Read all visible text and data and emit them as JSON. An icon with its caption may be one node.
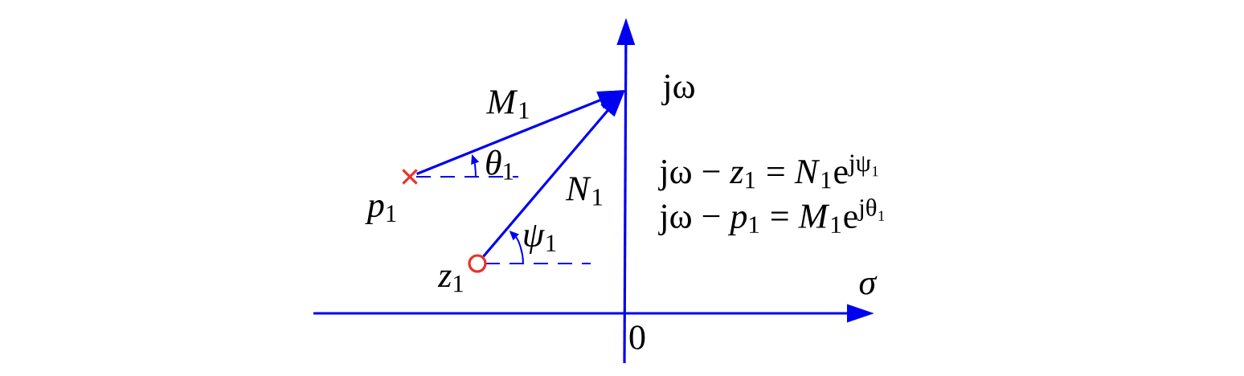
{
  "diagram": {
    "nodes": [
      {
        "text": [],
        "shape": "cross",
        "beside": [
          "*p*$_{1}$"
        ]
      },
      {
        "text": [],
        "shape": "circle",
        "beside": [
          "*z*$_{1}$"
        ]
      }
    ],
    "edges": [
      {
        "from": 0,
        "to": null,
        "arrow": "to",
        "label": "*M*$_{1}$"
      },
      {
        "from": 1,
        "to": null,
        "arrow": "to",
        "label": "*N*$_{1}$"
      }
    ],
    "labels": [
      "jω",
      "*θ*$_{1}$",
      "jω − *z*$_{1}$ = *N*$_{1}$e$^{jψ₁}$",
      "jω − *p*$_{1}$ = *M*$_{1}$e$^{jθ₁}$",
      "*ψ*$_{1}$",
      "*σ*",
      "0"
    ]
  }
}
